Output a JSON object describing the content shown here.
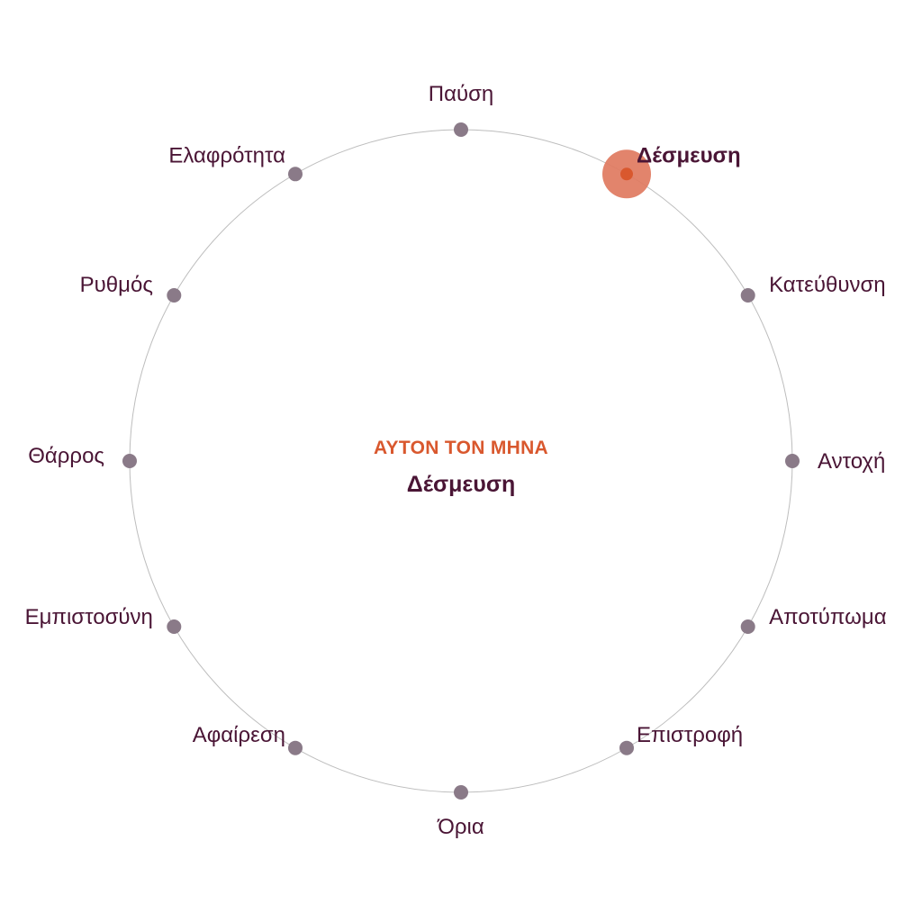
{
  "colors": {
    "ring": "#bdbdbd",
    "dot": "#8a7a88",
    "label": "#4a1535",
    "accent": "#d9582e",
    "accent_halo": "#e07a5f"
  },
  "center": {
    "kicker": "ΑΥΤΟΝ ΤΟΝ ΜΗΝΑ",
    "title": "Δέσμευση"
  },
  "nodes": [
    {
      "label": "Παύση",
      "active": false
    },
    {
      "label": "Δέσμευση",
      "active": true
    },
    {
      "label": "Κατεύθυνση",
      "active": false
    },
    {
      "label": "Αντοχή",
      "active": false
    },
    {
      "label": "Αποτύπωμα",
      "active": false
    },
    {
      "label": "Επιστροφή",
      "active": false
    },
    {
      "label": "Όρια",
      "active": false
    },
    {
      "label": "Αφαίρεση",
      "active": false
    },
    {
      "label": "Εμπιστοσύνη",
      "active": false
    },
    {
      "label": "Θάρρος",
      "active": false
    },
    {
      "label": "Ρυθμός",
      "active": false
    },
    {
      "label": "Ελαφρότητα",
      "active": false
    }
  ]
}
